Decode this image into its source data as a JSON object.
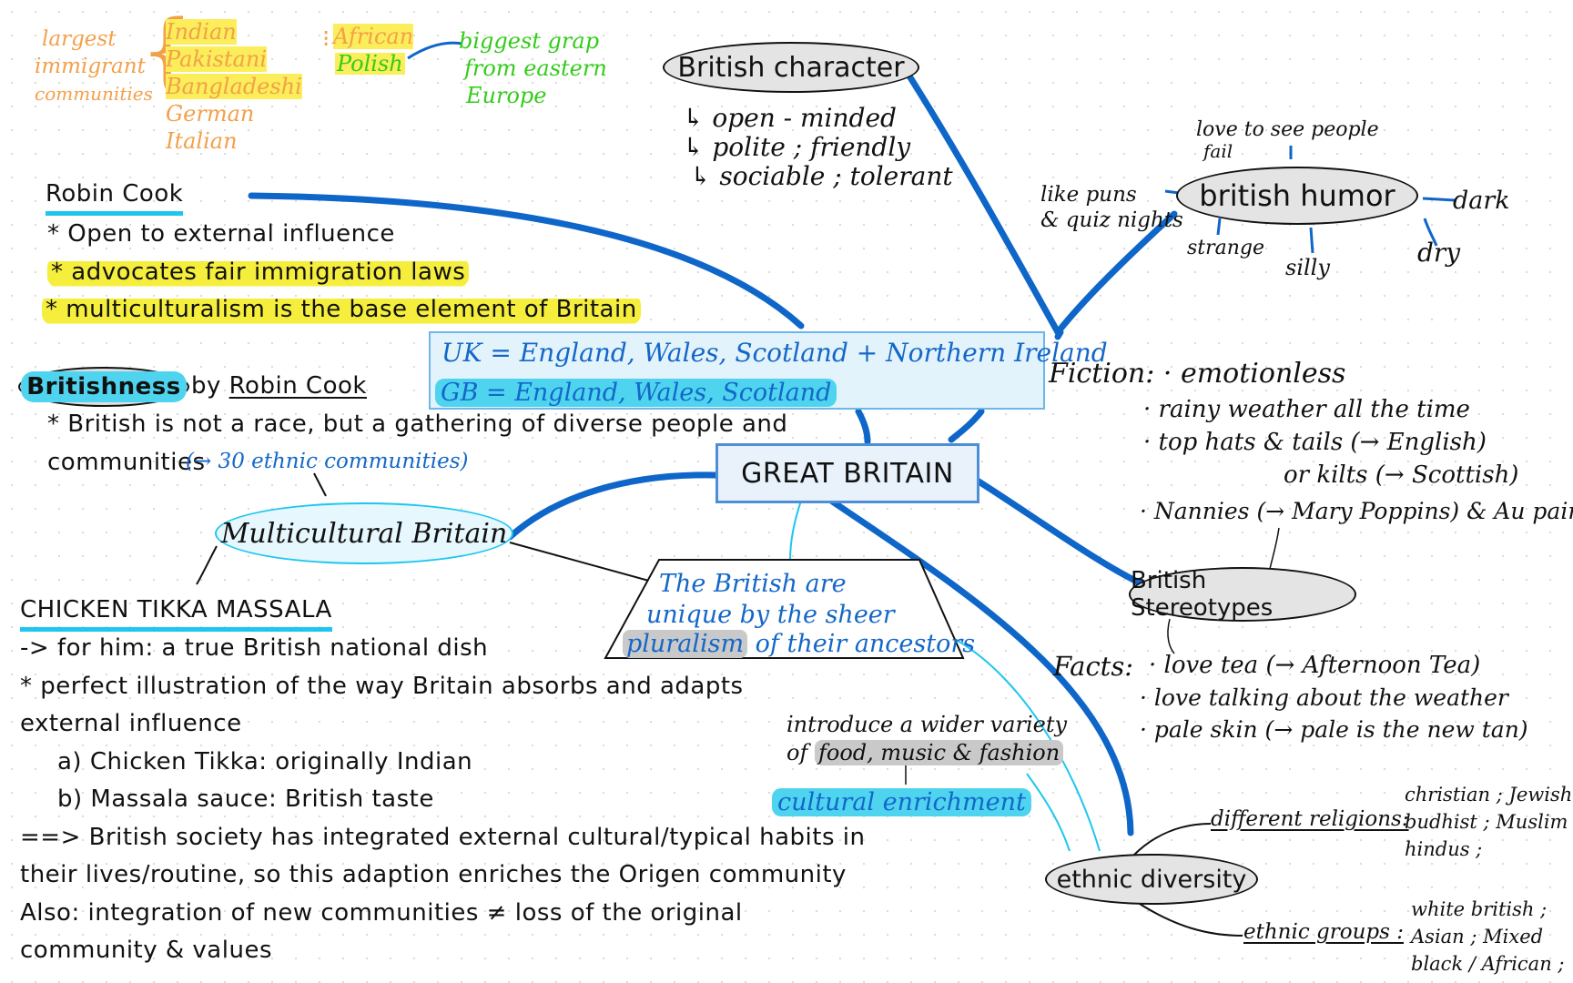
{
  "immigrants": {
    "label_lines": [
      "largest",
      "immigrant",
      "communities"
    ],
    "groups": [
      "Indian",
      "Pakistani",
      "Bangladeshi",
      "German",
      "Italian"
    ],
    "african": "African",
    "polish": "Polish",
    "gap_note_lines": [
      "biggest grap",
      "from eastern",
      "Europe"
    ]
  },
  "robin_cook": {
    "title": "Robin Cook",
    "points": [
      "Open to external influence",
      "advocates fair immigration laws",
      "multiculturalism is the base element of Britain"
    ],
    "bullet": "*"
  },
  "britishness": {
    "title": "Britishness",
    "by": "by",
    "author": "Robin Cook",
    "line1": "* British is not a race, but a gathering of diverse people and",
    "line2": "communities",
    "note": "(→ 30 ethnic communities)"
  },
  "uk_box": {
    "line1": "UK = England, Wales, Scotland + Northern Ireland",
    "line2": "GB = England, Wales, Scotland"
  },
  "center": {
    "label": "GREAT BRITAIN"
  },
  "character": {
    "title": "British character",
    "traits": [
      "↳ open - minded",
      "↳ polite ; friendly",
      "↳ sociable ; tolerant"
    ]
  },
  "humor": {
    "title": "british humor",
    "love": "love to see people",
    "fail": "fail",
    "puns_lines": [
      "like puns",
      "& quiz nights"
    ],
    "dark": "dark",
    "dry": "dry",
    "strange": "strange",
    "silly": "silly"
  },
  "fiction": {
    "label": "Fiction: ·",
    "items": [
      "emotionless",
      "· rainy weather all the time",
      "· top hats & tails (→ English)",
      "or kilts (→ Scottish)",
      "· Nannies (→ Mary Poppins) & Au pair"
    ]
  },
  "stereotypes": {
    "title": "British Stereotypes"
  },
  "facts": {
    "label": "Facts:",
    "items": [
      "· love tea (→ Afternoon Tea)",
      "· love talking about the weather",
      "· pale skin (→ pale is the new tan)"
    ]
  },
  "multicultural": {
    "title": "Multicultural Britain"
  },
  "pluralism": {
    "line1": "The British are",
    "line2": "unique by the sheer",
    "word": "pluralism",
    "line3_rest": "of their ancestors"
  },
  "enrichment": {
    "line1": "introduce a wider variety",
    "line2_prefix": "of",
    "line2_hl": "food, music & fashion",
    "label": "cultural enrichment"
  },
  "ethnic": {
    "title": "ethnic diversity",
    "religions_label": "different religions:",
    "religions_lines": [
      "christian ; Jewish",
      "budhist ; Muslim",
      "hindus ;"
    ],
    "groups_label": "ethnic groups :",
    "groups_lines": [
      "white british ;",
      "Asian ; Mixed",
      "black / African ;"
    ]
  },
  "tikka": {
    "title": "CHICKEN TIKKA MASSALA",
    "lines": [
      "-> for him: a true British national dish",
      "* perfect illustration of the way Britain absorbs and adapts",
      "external influence",
      "a) Chicken Tikka: originally Indian",
      "b) Massala sauce: British taste",
      "==> British society has integrated external cultural/typical habits in",
      "their lives/routine, so this adaption enriches the Origen community",
      "Also: integration of new communities ≠ loss of the original",
      "community & values"
    ]
  }
}
